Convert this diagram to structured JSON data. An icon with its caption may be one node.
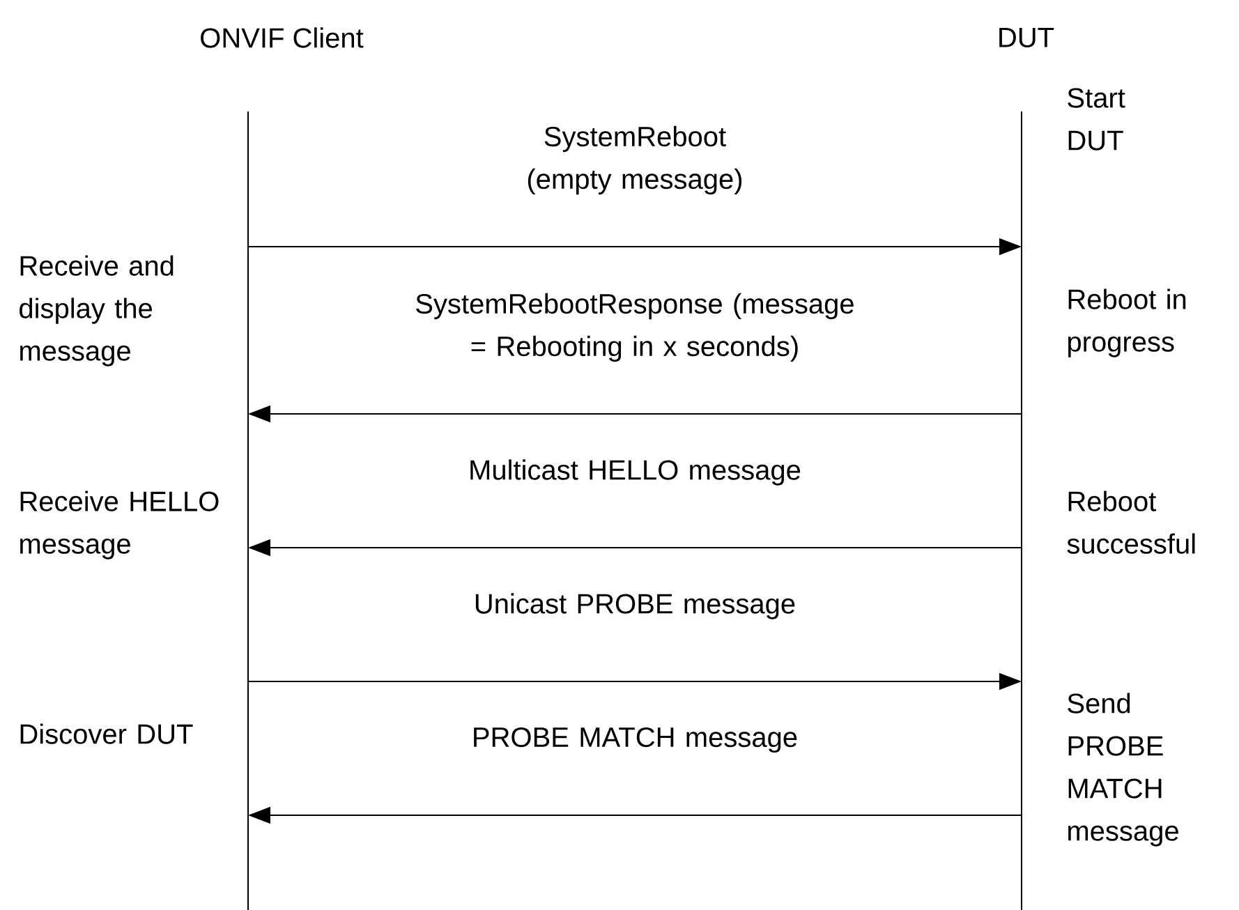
{
  "diagram": {
    "nodes": [
      {
        "text": [
          "ONVIF Client"
        ],
        "beside": [
          "Receive and display the message",
          "Receive HELLO message",
          "Discover DUT"
        ]
      },
      {
        "text": [
          "DUT"
        ],
        "beside": [
          "Start DUT",
          "Reboot in progress",
          "Reboot successful",
          "Send PROBE MATCH message"
        ]
      }
    ],
    "edges": [
      {
        "from": 0,
        "to": 1,
        "arrow": "to",
        "label": "SystemReboot (empty message)"
      },
      {
        "from": 1,
        "to": 0,
        "arrow": "to",
        "label": "SystemRebootResponse (message = Rebooting in x seconds)"
      },
      {
        "from": 1,
        "to": 0,
        "arrow": "to",
        "label": "Multicast HELLO message"
      },
      {
        "from": 0,
        "to": 1,
        "arrow": "to",
        "label": "Unicast PROBE message"
      },
      {
        "from": 1,
        "to": 0,
        "arrow": "to",
        "label": "PROBE MATCH message"
      }
    ]
  }
}
